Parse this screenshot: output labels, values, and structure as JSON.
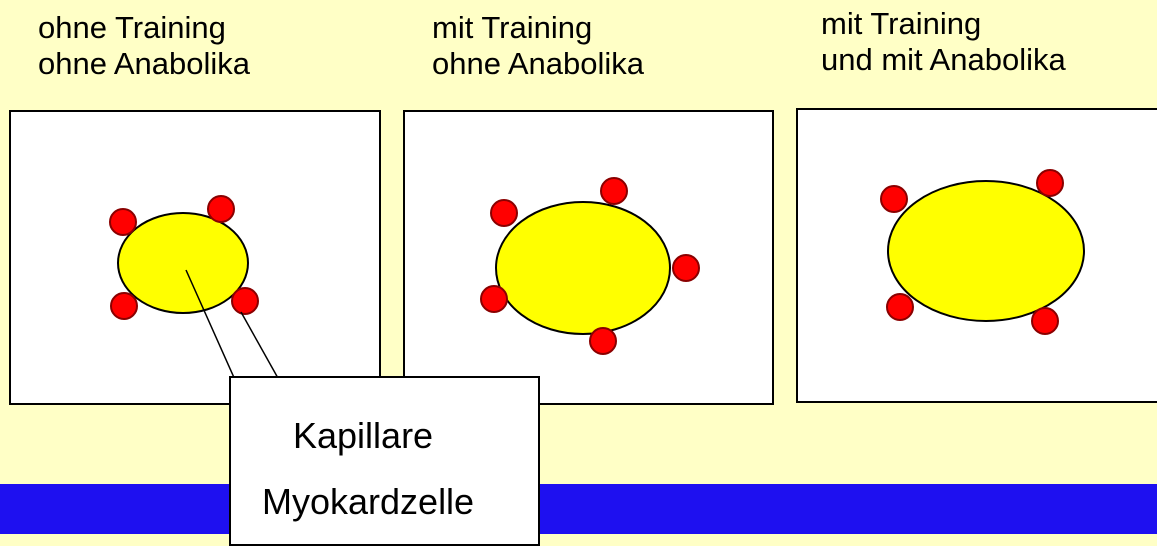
{
  "colors": {
    "background": "#ffffc6",
    "band": "#1e10f0",
    "cell_fill": "#ffff00",
    "capillary_fill": "#ff0000",
    "capillary_stroke": "#8a0000",
    "outline": "#000000"
  },
  "panels": [
    {
      "line1": "ohne Training",
      "line2": "ohne Anabolika"
    },
    {
      "line1": "mit Training",
      "line2": "ohne Anabolika"
    },
    {
      "line1": "mit Training",
      "line2": "und mit Anabolika"
    }
  ],
  "legend": {
    "capillary": "Kapillare",
    "myocyte": "Myokardzelle"
  },
  "icons": {
    "cell": "myocyte-ellipse",
    "capillary": "capillary-circle"
  }
}
